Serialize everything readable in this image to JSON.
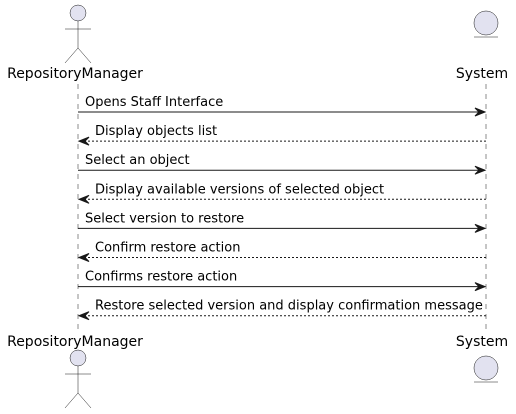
{
  "diagram": {
    "participants": {
      "actor": {
        "label": "RepositoryManager",
        "icon": "actor-icon"
      },
      "entity": {
        "label": "System",
        "icon": "entity-icon"
      }
    },
    "messages": [
      {
        "text": "Opens Staff Interface",
        "direction": "to-system",
        "style": "solid"
      },
      {
        "text": "Display objects list",
        "direction": "to-actor",
        "style": "dashed"
      },
      {
        "text": "Select an object",
        "direction": "to-system",
        "style": "solid"
      },
      {
        "text": "Display available versions of selected object",
        "direction": "to-actor",
        "style": "dashed"
      },
      {
        "text": "Select version to restore",
        "direction": "to-system",
        "style": "solid"
      },
      {
        "text": "Confirm restore action",
        "direction": "to-actor",
        "style": "dashed"
      },
      {
        "text": "Confirms restore action",
        "direction": "to-system",
        "style": "solid"
      },
      {
        "text": "Restore selected version and display confirmation message",
        "direction": "to-actor",
        "style": "dashed"
      }
    ],
    "colors": {
      "participant_fill": "#E2E2F0",
      "line": "#181818",
      "background": "#FFFFFF"
    }
  }
}
